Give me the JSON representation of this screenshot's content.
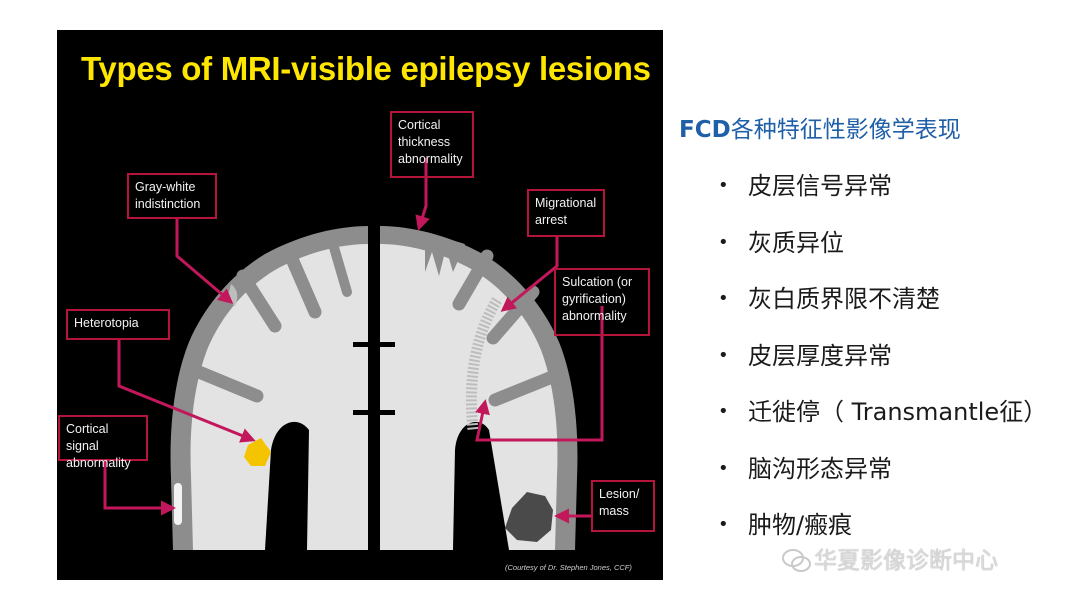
{
  "slide": {
    "title": "Types of MRI-visible epilepsy lesions",
    "credit": "(Courtesy of Dr. Stephen Jones, CCF)",
    "callouts": {
      "cortical_thickness": "Cortical thickness abnormality",
      "gray_white": "Gray-white indistinction",
      "migrational": "Migrational arrest",
      "sulcation": "Sulcation (or gyrification) abnormality",
      "heterotopia": "Heterotopia",
      "cortical_signal": "Cortical signal abnormality",
      "lesion": "Lesion/ mass"
    },
    "colors": {
      "title": "#ffe600",
      "callout_border": "#b5143b",
      "arrow": "#c2185b",
      "heterotopia": "#f5c400"
    }
  },
  "fcd": {
    "title_abbr": "FCD",
    "title_rest": "各种特征性影像学表现",
    "bullet": "•",
    "items": [
      "皮层信号异常",
      "灰质异位",
      "灰白质界限不清楚",
      "皮层厚度异常",
      "迁徙停（ Transmantle征）",
      "脑沟形态异常",
      "肿物/瘢痕"
    ],
    "color": "#1f5fa8"
  },
  "watermark": {
    "text": "华夏影像诊断中心",
    "icon": "wechat-icon"
  }
}
